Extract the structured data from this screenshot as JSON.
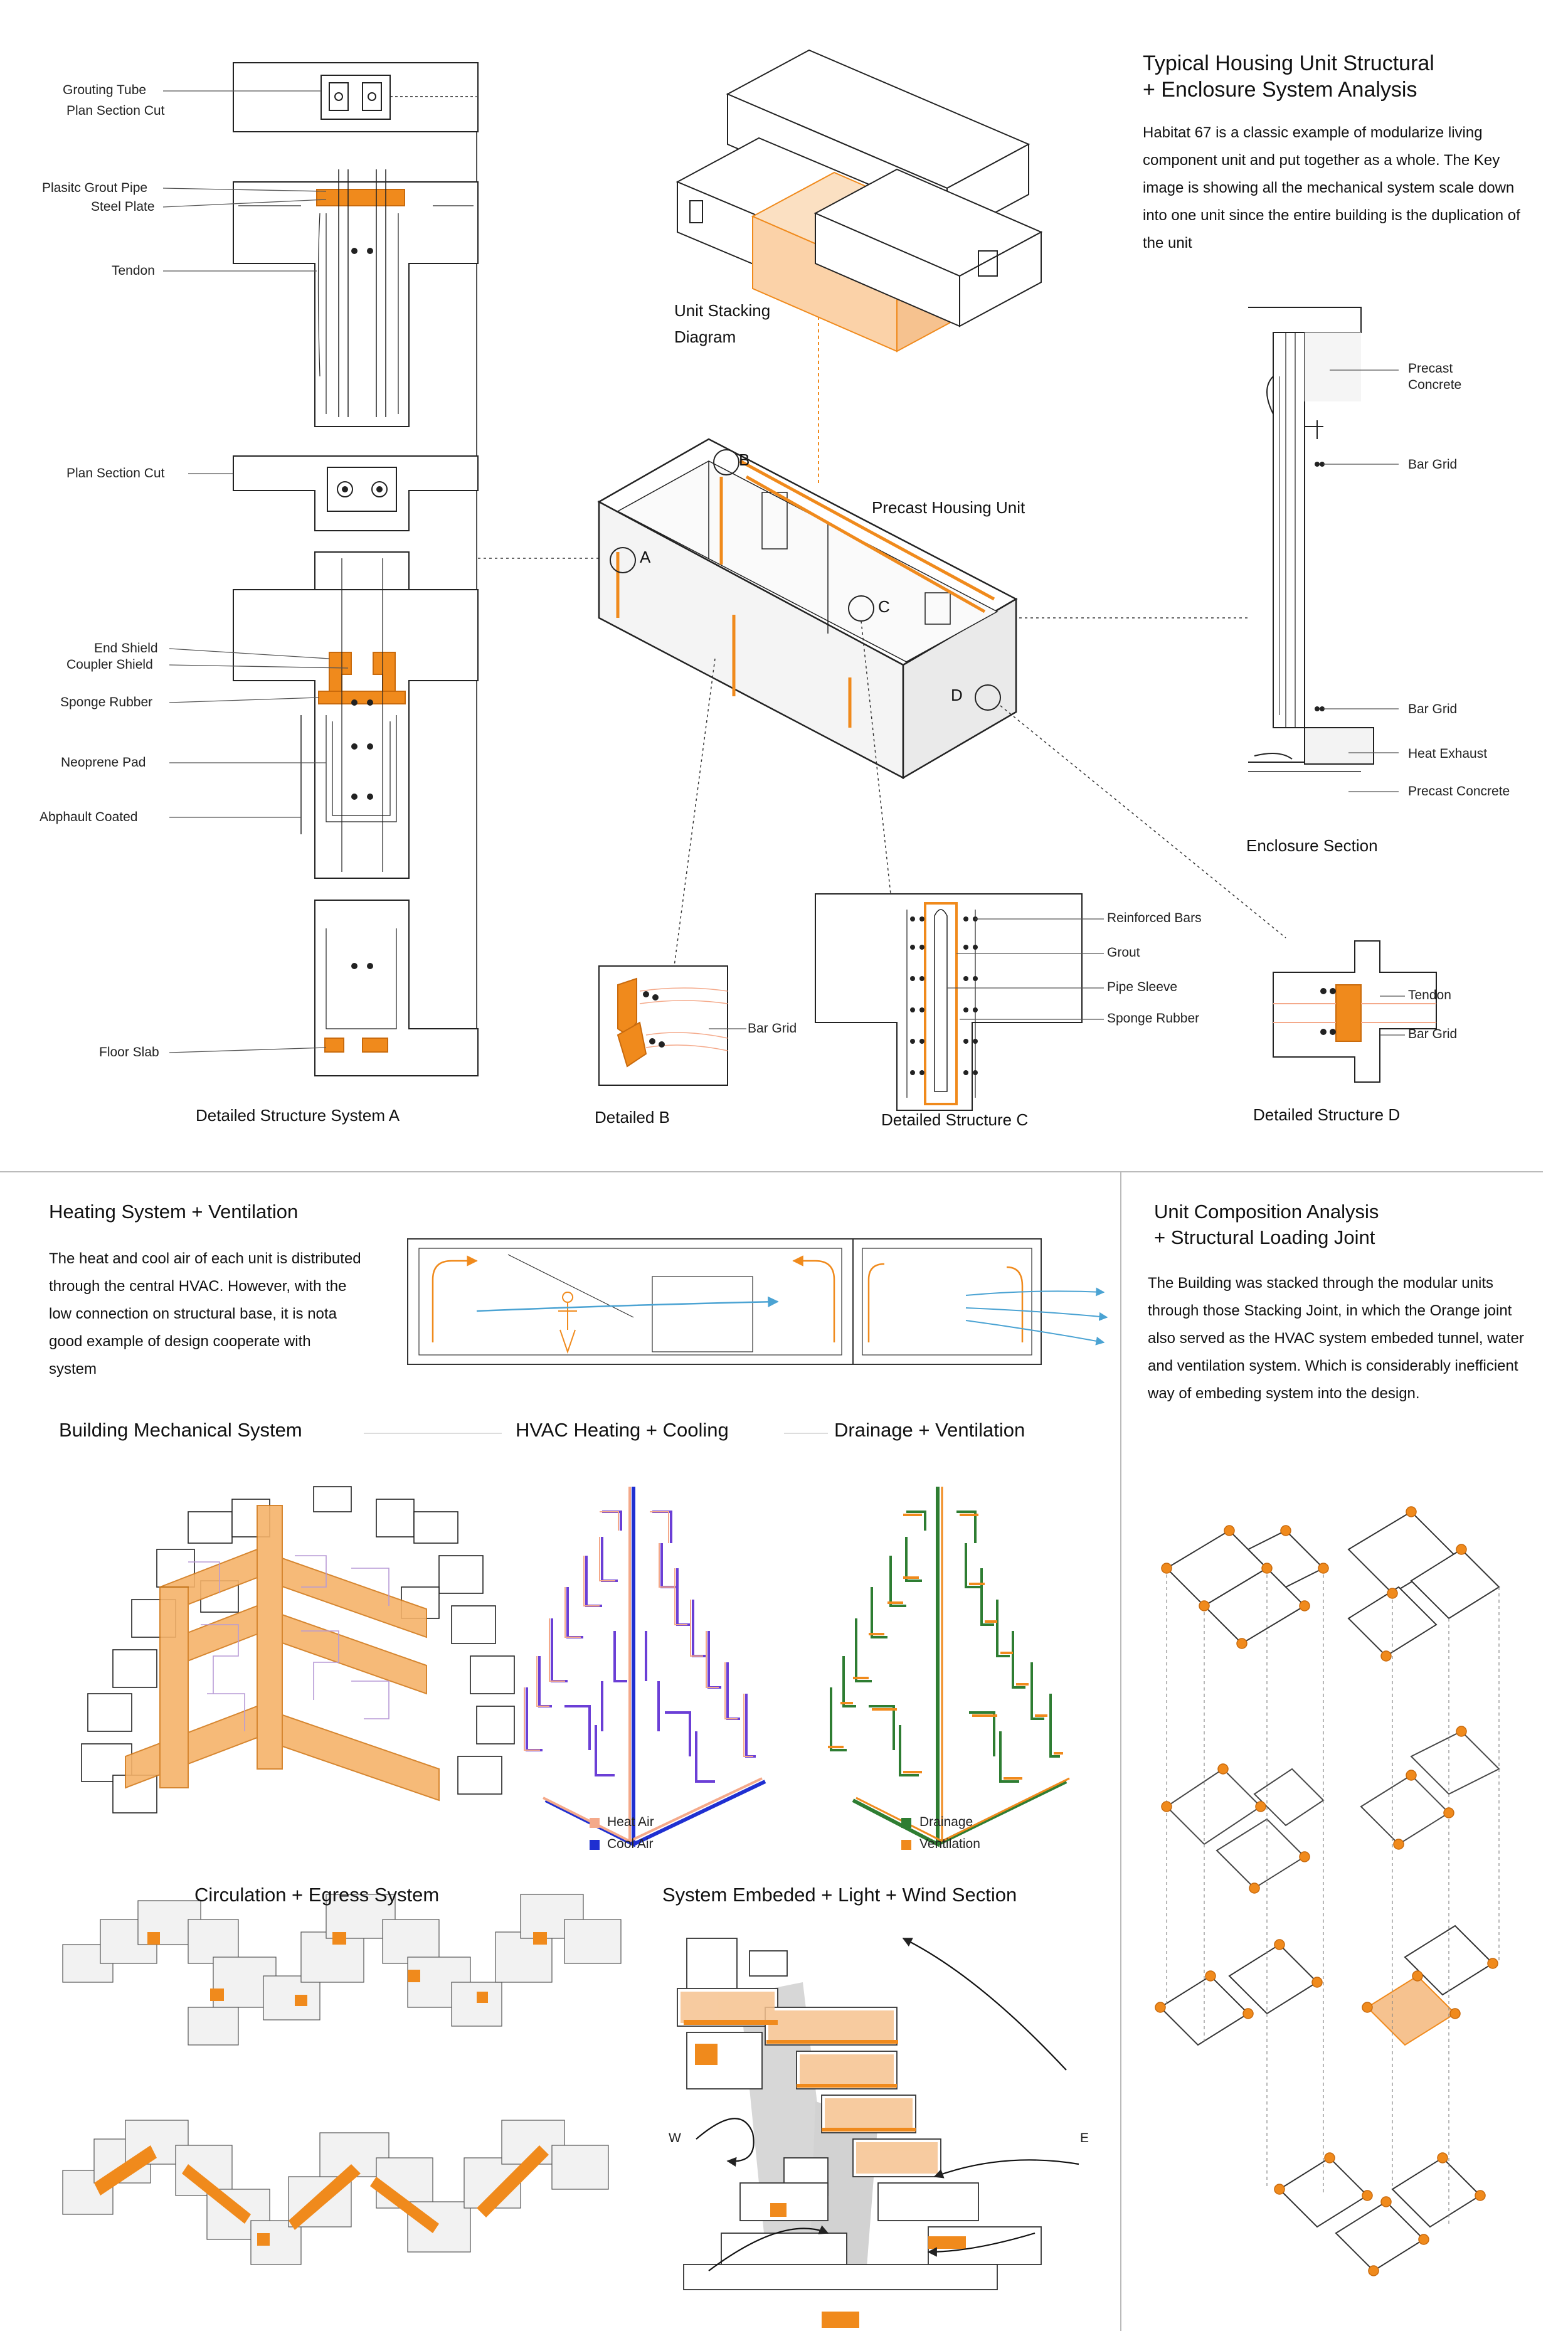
{
  "colors": {
    "accent_orange": "#f08a1c",
    "light_orange": "#f6c28f",
    "heat_air": "#f4a98a",
    "cool_air": "#1f2fd1",
    "drainage": "#2e7d32",
    "ventilation": "#f08a1c",
    "airflow_blue": "#4ba3d3"
  },
  "top": {
    "title_line1": "Typical Housing Unit Structural",
    "title_line2": "+ Enclosure System Analysis",
    "intro": "Habitat 67 is a classic example of modularize living component unit and put together as a whole. The Key image is showing all the mechanical system scale down into one unit since the entire building is the duplication of the unit",
    "stacking_line1": "Unit Stacking",
    "stacking_line2": "Diagram",
    "precast_unit": "Precast Housing Unit",
    "markers": [
      "A",
      "B",
      "C",
      "D"
    ]
  },
  "system_a": {
    "grouting_tube": "Grouting Tube",
    "plan_section_cut_1": "Plan Section Cut",
    "plastic_grout_pipe": "Plasitc Grout Pipe",
    "steel_plate": "Steel Plate",
    "tendon": "Tendon",
    "plan_section_cut_2": "Plan Section Cut",
    "end_shield": "End Shield",
    "coupler_shield": "Coupler Shield",
    "sponge_rubber": "Sponge Rubber",
    "neoprene_pad": "Neoprene Pad",
    "asphalt_coated": "Abphault Coated",
    "floor_slab": "Floor Slab",
    "caption": "Detailed Structure System A"
  },
  "detail_b": {
    "bar_grid": "Bar Grid",
    "caption": "Detailed  B"
  },
  "detail_c": {
    "reinforced_bars": "Reinforced Bars",
    "grout": "Grout",
    "pipe_sleeve": "Pipe Sleeve",
    "sponge_rubber": "Sponge Rubber",
    "caption": "Detailed Structure C"
  },
  "detail_d": {
    "tendon": "Tendon",
    "bar_grid": "Bar Grid",
    "caption": "Detailed Structure D"
  },
  "enclosure": {
    "precast_concrete_1": "Precast",
    "precast_concrete_1b": "Concrete",
    "bar_grid_1": "Bar Grid",
    "bar_grid_2": "Bar Grid",
    "heat_exhaust": "Heat Exhaust",
    "precast_concrete_2": "Precast Concrete",
    "caption": "Enclosure Section"
  },
  "heating": {
    "title": "Heating System + Ventilation",
    "body": "The heat and cool air of each unit is distributed through the central HVAC. However, with the low connection on structural base, it is nota good example of design cooperate with system"
  },
  "mech": {
    "building_title": "Building Mechanical System",
    "hvac_title": "HVAC Heating + Cooling",
    "drain_title": "Drainage + Ventilation",
    "legend_heat": "Heat Air",
    "legend_cool": "Cool Air",
    "legend_drain": "Drainage",
    "legend_vent": "Ventilation"
  },
  "circulation": {
    "title": "Circulation + Egress System"
  },
  "section": {
    "title": "System Embeded + Light + Wind Section",
    "west": "W",
    "east": "E"
  },
  "composition": {
    "title_line1": "Unit Composition Analysis",
    "title_line2": "+ Structural Loading Joint",
    "body": "The Building was stacked through the modular units through those Stacking Joint, in which the Orange joint also served as the HVAC system embeded tunnel, water and ventilation system. Which is considerably inefficient way of embeding system into the design."
  }
}
